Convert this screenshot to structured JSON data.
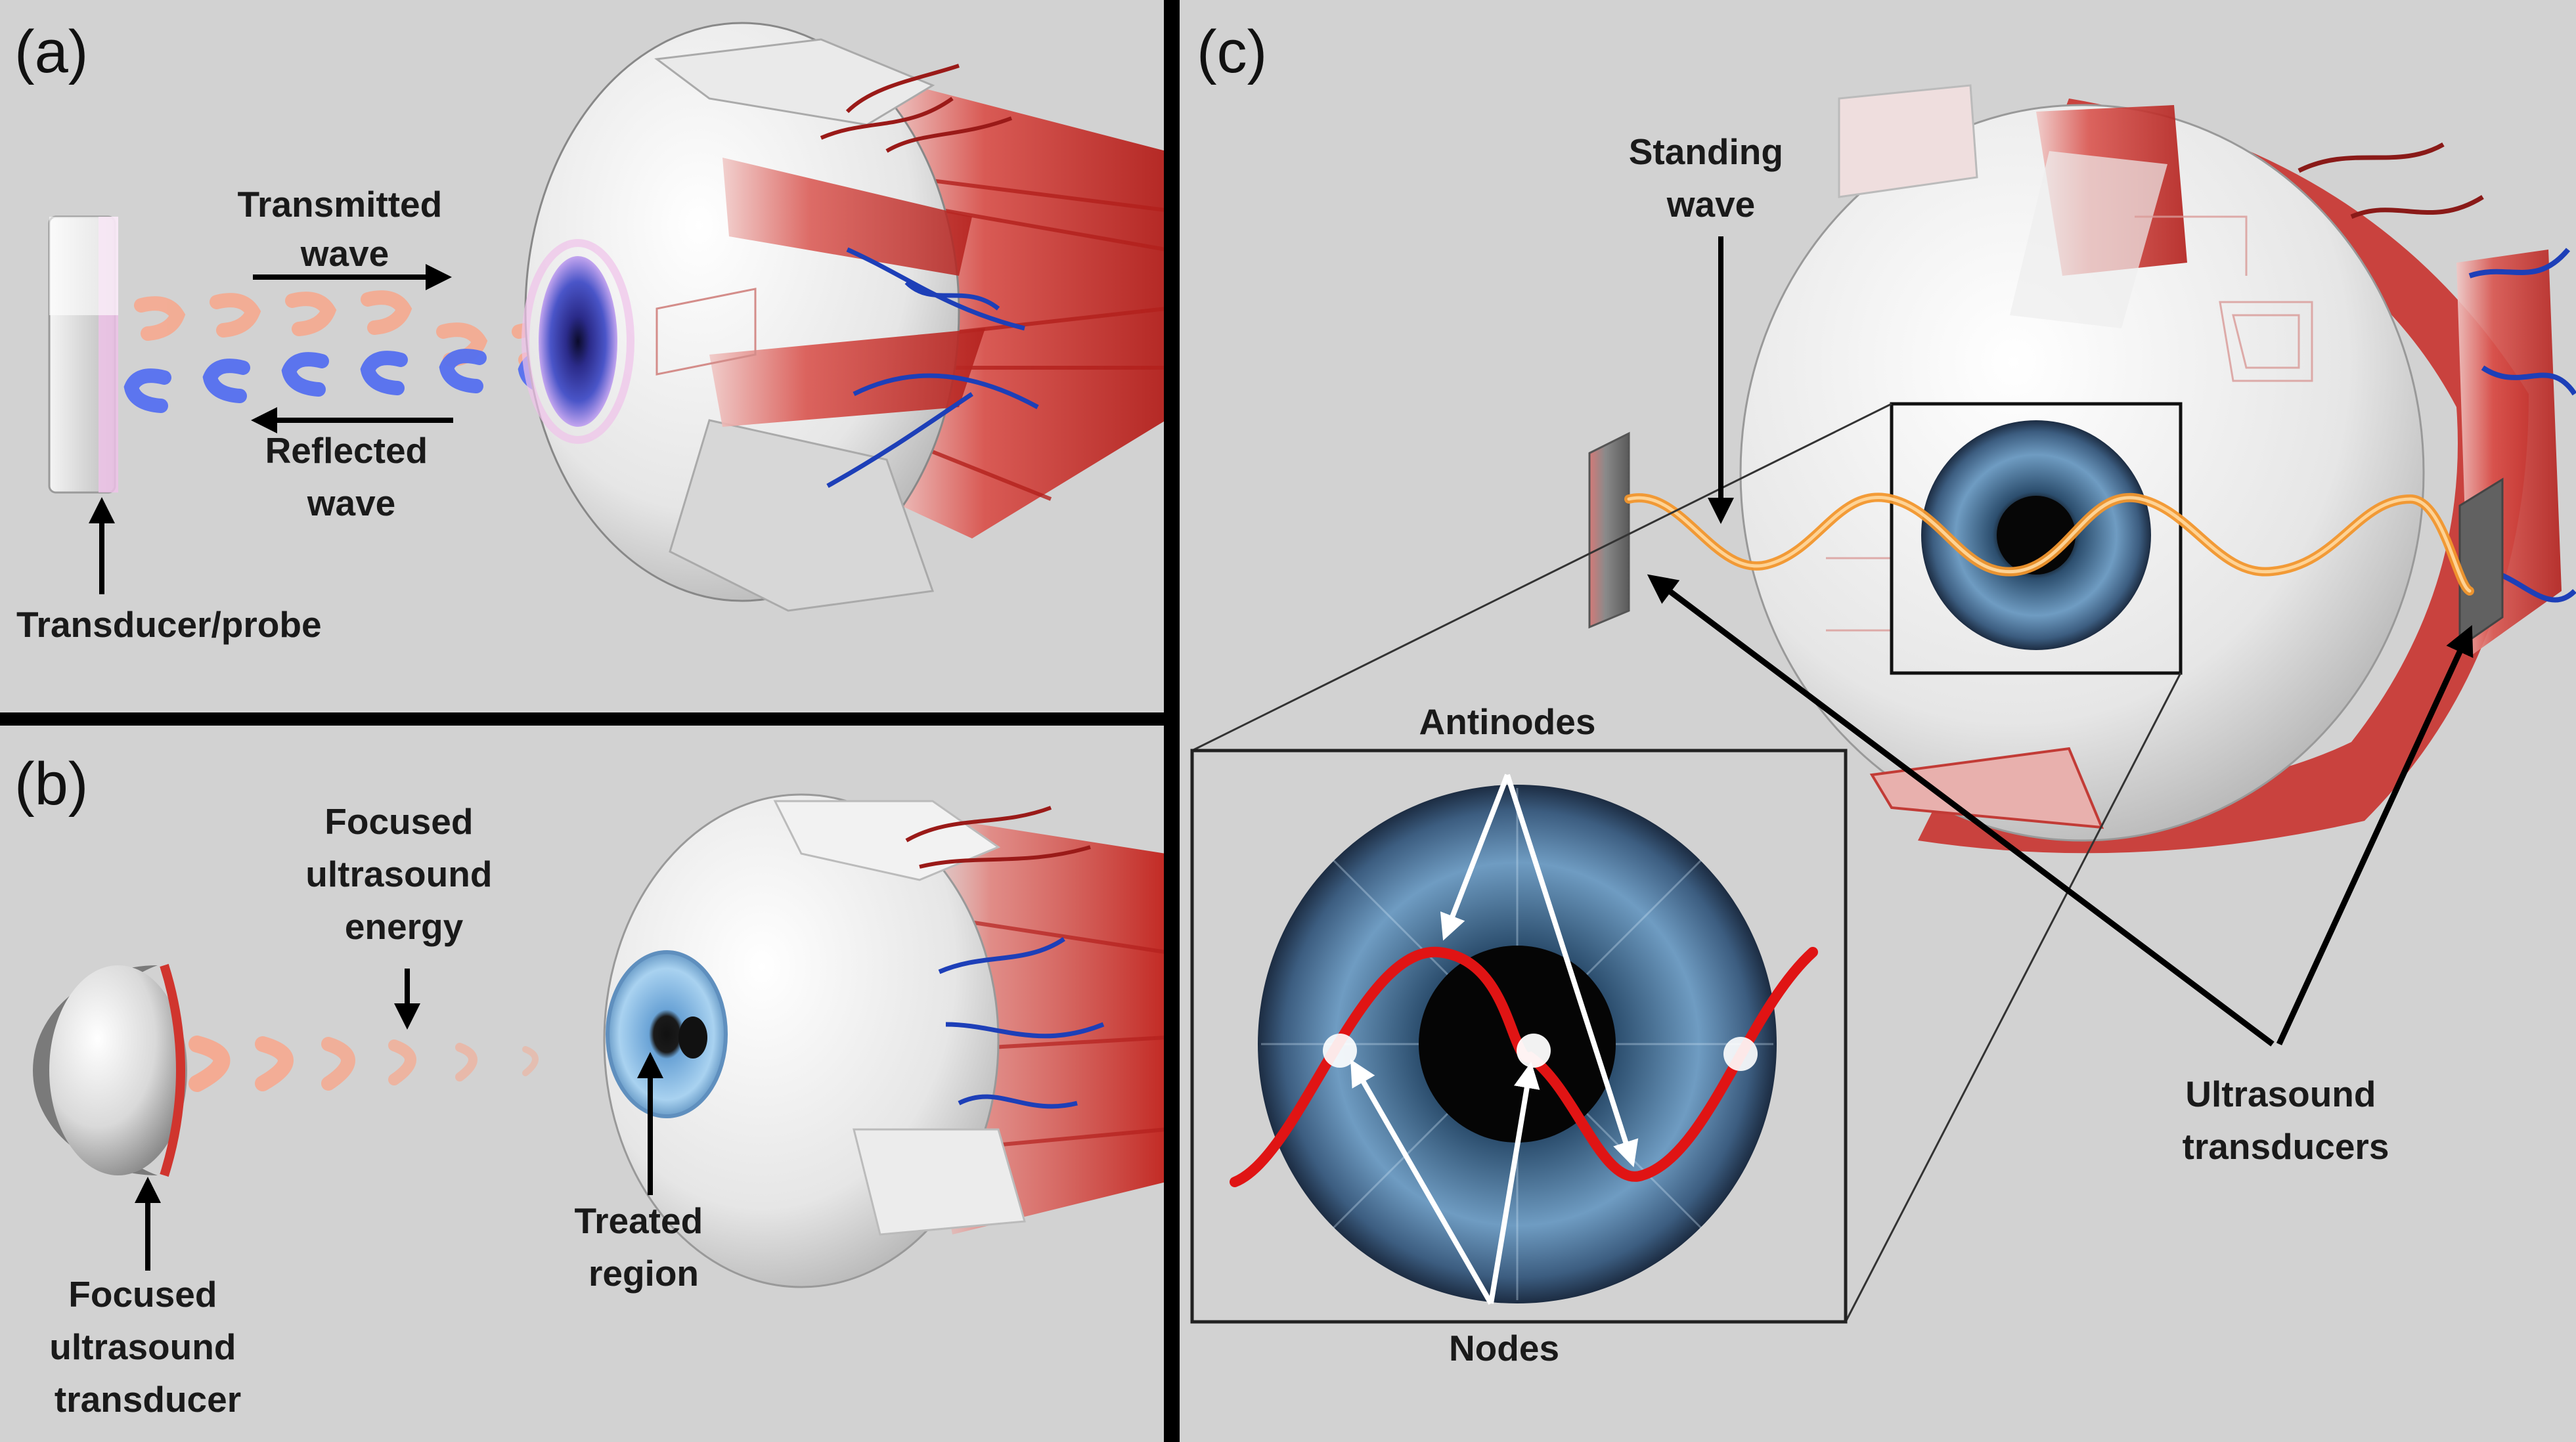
{
  "panels": {
    "a": {
      "letter": "(a)",
      "transmitted": [
        "Transmitted",
        "wave"
      ],
      "reflected": [
        "Reflected",
        "wave"
      ],
      "probe": "Transducer/probe"
    },
    "b": {
      "letter": "(b)",
      "energy": [
        "Focused",
        "ultrasound",
        "energy"
      ],
      "treated": [
        "Treated",
        "region"
      ],
      "transducer": [
        "Focused",
        "ultrasound",
        "transducer"
      ]
    },
    "c": {
      "letter": "(c)",
      "standing": [
        "Standing",
        "wave"
      ],
      "antinodes": "Antinodes",
      "nodes": "Nodes",
      "transducers": [
        "Ultrasound",
        "transducers"
      ]
    }
  },
  "colors": {
    "background": "#d2d2d2",
    "divider": "#000000",
    "muscle": "#c8322e",
    "vessel": "#1d3fb8",
    "transmitted_wave": "#f6a98f",
    "reflected_wave": "#5570f0",
    "standing_wave": "#f08a28",
    "inset_wave": "#e01414",
    "iris": "#3a6c9a"
  }
}
